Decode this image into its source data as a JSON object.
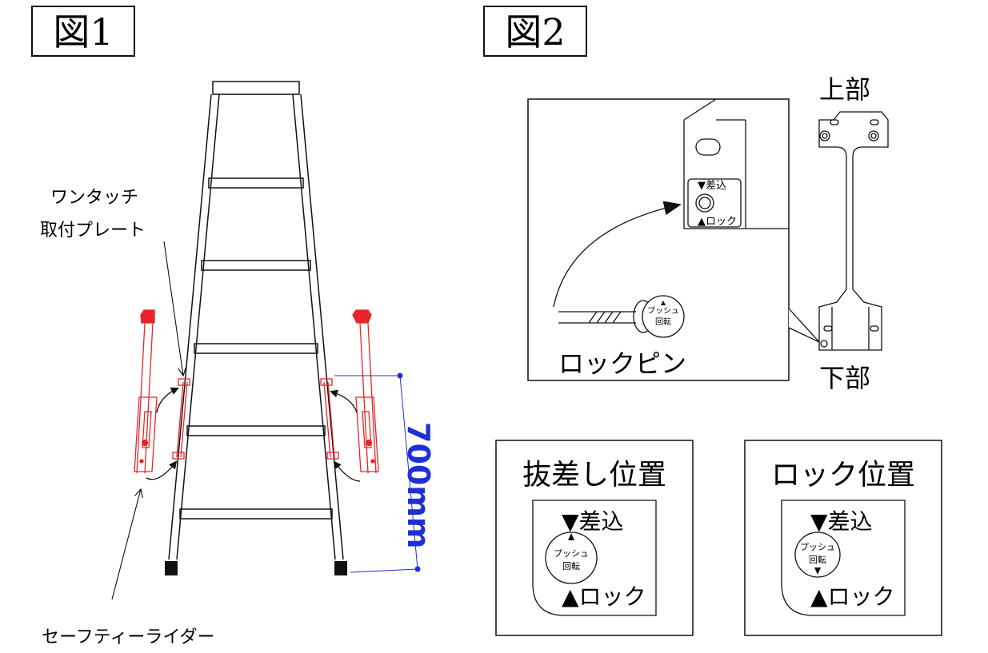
{
  "fig1": {
    "title": "図1",
    "plate_label_line1": "ワンタッチ",
    "plate_label_line2": "取付プレート",
    "rider_label": "セーフティーライダー",
    "dimension_label": "700mm"
  },
  "fig2": {
    "title": "図2",
    "lock_pin_label": "ロックピン",
    "top_label": "上部",
    "bottom_label": "下部",
    "insert_mark": "▼差込",
    "lock_mark": "▲ロック",
    "knob_line1": "プッシュ",
    "knob_line2": "回転"
  },
  "states": [
    {
      "title": "抜差し位置",
      "insert": "▼差込",
      "lock": "▲ロック",
      "knob_line1": "プッシュ",
      "knob_line2": "回転"
    },
    {
      "title": "ロック位置",
      "insert": "▼差込",
      "lock": "▲ロック",
      "knob_line1": "プッシュ",
      "knob_line2": "回転"
    }
  ],
  "colors": {
    "line": "#1a1a1a",
    "accent_red": "#e8242a",
    "dimension_blue": "#1f2fd6"
  }
}
